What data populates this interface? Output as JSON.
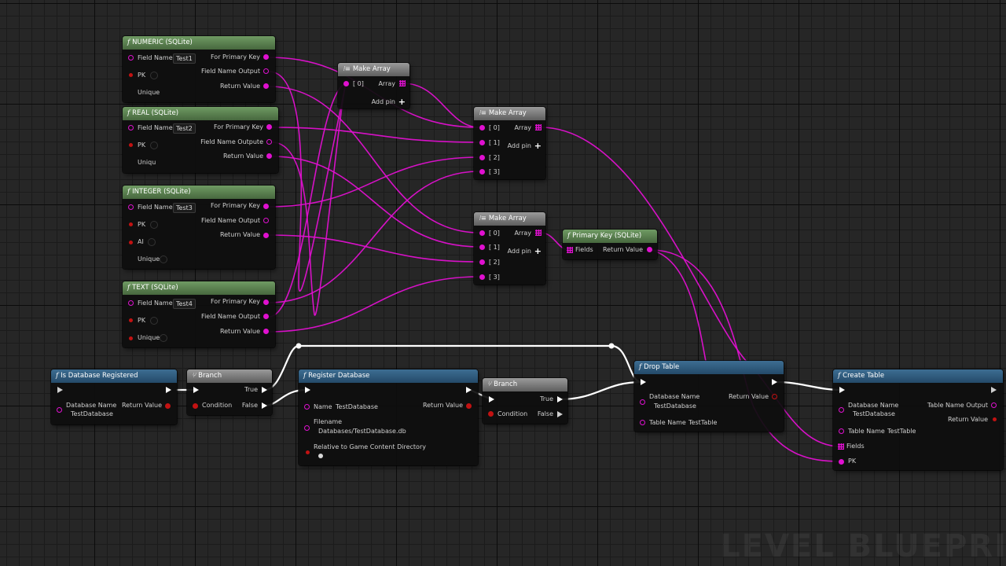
{
  "nodes": {
    "numeric": {
      "title": "NUMERIC (SQLite)",
      "field_name": "Field Name",
      "field_value": "Test1",
      "pk": "PK",
      "unique": "Unique",
      "for_pk": "For Primary Key",
      "fno": "Field Name Output",
      "rv": "Return Value"
    },
    "real": {
      "title": "REAL (SQLite)",
      "field_name": "Field Name",
      "field_value": "Test2",
      "pk": "PK",
      "unique": "Uniqu",
      "for_pk": "For Primary Key",
      "fno": "Field Name Outpute",
      "rv": "Return Value"
    },
    "integer": {
      "title": "INTEGER (SQLite)",
      "field_name": "Field Name",
      "field_value": "Test3",
      "pk": "PK",
      "ai": "AI",
      "unique": "Unique",
      "for_pk": "For Primary Key",
      "fno": "Field Name Output",
      "rv": "Return Value"
    },
    "text": {
      "title": "TEXT (SQLite)",
      "field_name": "Field Name",
      "field_value": "Test4",
      "pk": "PK",
      "unique": "Unique",
      "for_pk": "For Primary Key",
      "fno": "Field Name Output",
      "rv": "Return Value"
    },
    "make_array_1": {
      "title": "Make Array",
      "i0": "[ 0]",
      "array": "Array",
      "add_pin": "Add pin"
    },
    "make_array_2": {
      "title": "Make Array",
      "i0": "[ 0]",
      "i1": "[ 1]",
      "i2": "[ 2]",
      "i3": "[ 3]",
      "array": "Array",
      "add_pin": "Add pin"
    },
    "make_array_3": {
      "title": "Make Array",
      "i0": "[ 0]",
      "i1": "[ 1]",
      "i2": "[ 2]",
      "i3": "[ 3]",
      "array": "Array",
      "add_pin": "Add pin"
    },
    "primary_key": {
      "title": "Primary Key (SQLite)",
      "fields": "Fields",
      "rv": "Return Value"
    },
    "is_db_registered": {
      "title": "Is Database Registered",
      "db_name": "Database Name",
      "db_value": "TestDatabase",
      "rv": "Return Value"
    },
    "branch_1": {
      "title": "Branch",
      "condition": "Condition",
      "true": "True",
      "false": "False"
    },
    "register_db": {
      "title": "Register Database",
      "name": "Name",
      "name_value": "TestDatabase",
      "filename": "Filename",
      "filename_value": "Databases/TestDatabase.db",
      "relative": "Relative to Game Content Directory",
      "rv": "Return Value"
    },
    "branch_2": {
      "title": "Branch",
      "condition": "Condition",
      "true": "True",
      "false": "False"
    },
    "drop_table": {
      "title": "Drop Table",
      "db_name": "Database Name",
      "db_value": "TestDatabase",
      "table_name": "Table Name",
      "table_value": "TestTable",
      "rv": "Return Value"
    },
    "create_table": {
      "title": "Create Table",
      "db_name": "Database Name",
      "db_value": "TestDatabase",
      "table_name": "Table Name",
      "table_value": "TestTable",
      "fields": "Fields",
      "pk": "PK",
      "tno": "Table Name Output",
      "rv": "Return Value"
    }
  },
  "overlay_text": "LEVEL BLUEPRI",
  "colors": {
    "wire_pink": "#e010d0",
    "wire_exec": "#ffffff",
    "grid_bg": "#262626",
    "header_green": "#5b8450",
    "header_blue": "#2f5b7e",
    "header_gray": "#7a7a7a"
  },
  "icons": {
    "function": "function-icon",
    "macro": "branch-icon",
    "array": "make-array-icon"
  }
}
